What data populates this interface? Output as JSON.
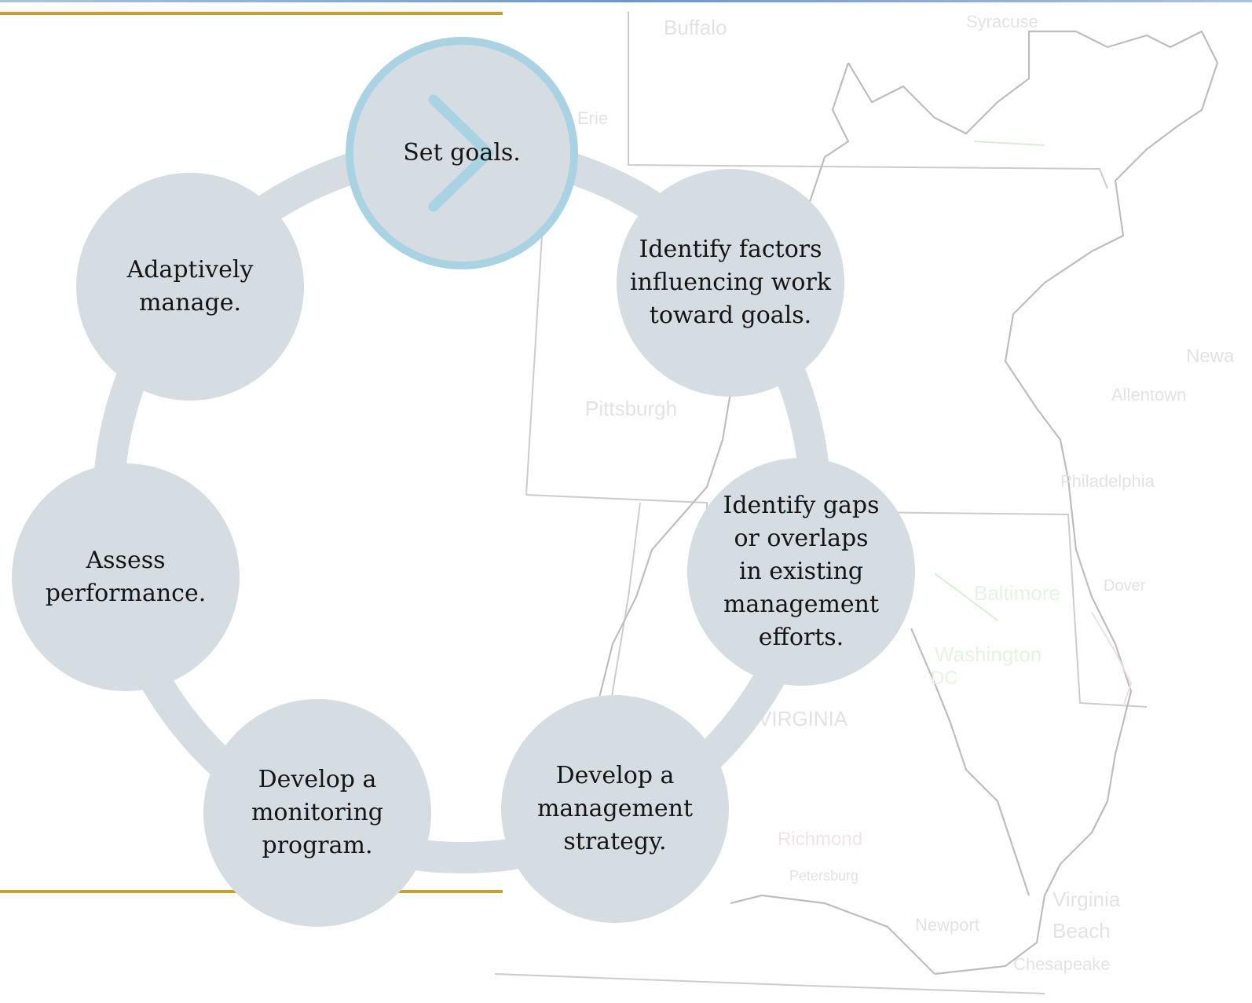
{
  "steps": [
    {
      "lines": [
        "Set goals."
      ]
    },
    {
      "lines": [
        "Identify factors",
        "influencing work",
        "toward goals."
      ]
    },
    {
      "lines": [
        "Identify gaps",
        "or overlaps",
        "in existing",
        "management",
        "efforts."
      ]
    },
    {
      "lines": [
        "Develop a",
        "management",
        "strategy."
      ]
    },
    {
      "lines": [
        "Develop a",
        "monitoring",
        "program."
      ]
    },
    {
      "lines": [
        "Assess",
        "performance."
      ]
    },
    {
      "lines": [
        "Adaptively",
        "manage."
      ]
    }
  ],
  "map_labels": {
    "buffalo": "Buffalo",
    "syracuse": "Syracuse",
    "erie": "Erie",
    "pittsburgh": "Pittsburgh",
    "virginia": "VIRGINIA",
    "baltimore": "Baltimore",
    "washington": "Washington",
    "dc": "DC",
    "richmond": "Richmond",
    "petersburg": "Petersburg",
    "allentown": "Allentown",
    "philadelphia": "Philadelphia",
    "dover": "Dover",
    "newport": "Newport",
    "virginia_beach_1": "Virginia",
    "virginia_beach_2": "Beach",
    "chesapeake": "Chesapeake",
    "newark": "Newa"
  },
  "colors": {
    "circle_fill": "#d5dde2",
    "ring": "#d5dde2",
    "highlight_ring": "#a9d2e2",
    "arrow": "#a9d2e2",
    "gold_line": "#c8a02c",
    "text": "#151515"
  },
  "icons": {
    "start_arrow": "chevron-right-icon"
  }
}
